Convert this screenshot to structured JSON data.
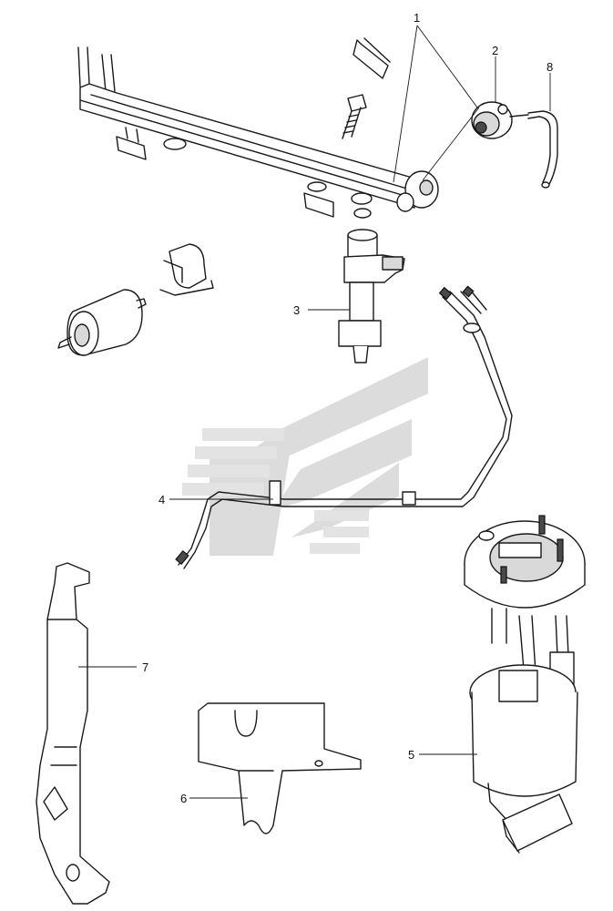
{
  "callouts": {
    "c1": "1",
    "c2": "2",
    "c3": "3",
    "c4": "4",
    "c5": "5",
    "c6": "6",
    "c7": "7",
    "c8": "8"
  },
  "colors": {
    "line": "#1a1a1a",
    "watermark": "#dcdcdc",
    "background": "#ffffff"
  }
}
